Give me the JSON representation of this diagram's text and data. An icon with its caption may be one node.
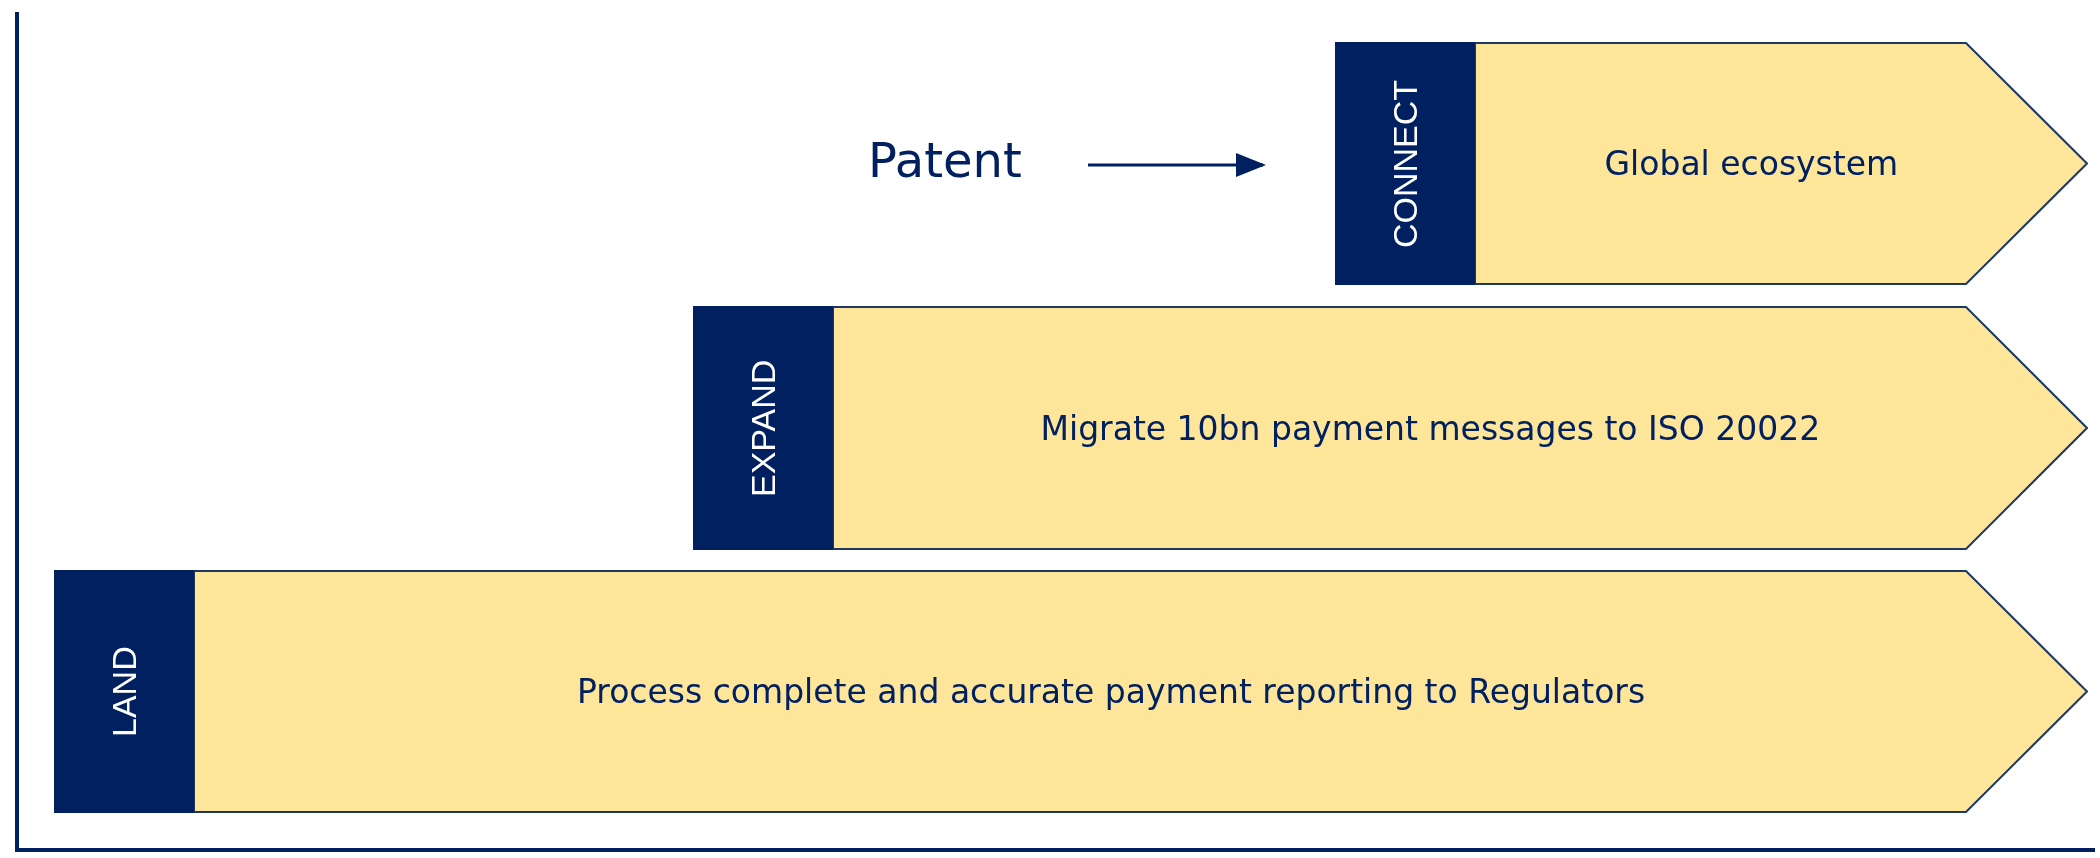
{
  "diagram": {
    "nodes": [
      {
        "text": [
          "Patent"
        ]
      },
      {
        "text": [
          "CONNECT",
          "Global ecosystem"
        ]
      },
      {
        "text": [
          "EXPAND",
          "Migrate 10bn payment messages to ISO 20022"
        ]
      },
      {
        "text": [
          "LAND",
          "Process complete and accurate payment reporting to Regulators"
        ]
      }
    ],
    "edges": [
      {
        "from": 0,
        "to": 1,
        "arrow": "to"
      }
    ]
  }
}
